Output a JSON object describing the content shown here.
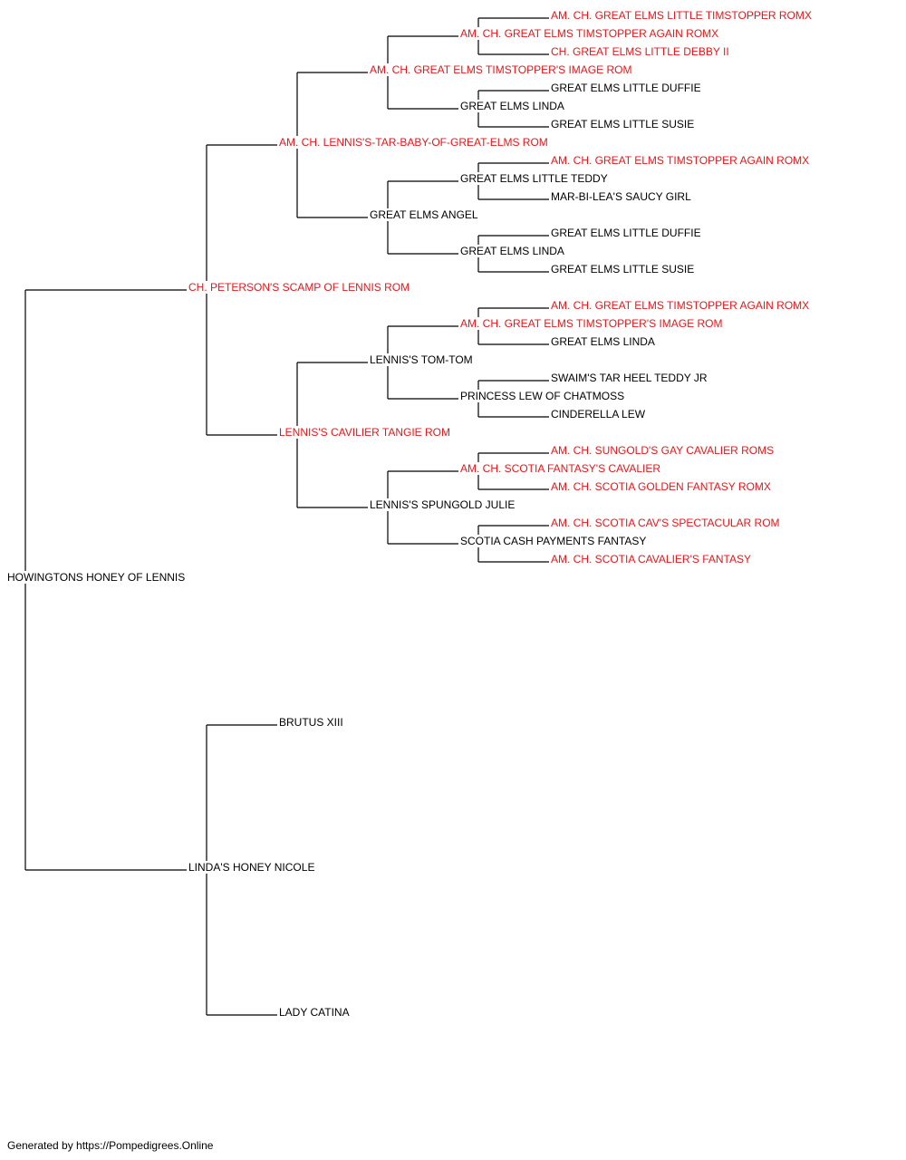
{
  "colors": {
    "titled": "#e8161b",
    "plain": "#000000",
    "line": "#000000"
  },
  "pedigree": {
    "name": "HOWINGTONS HONEY OF LENNIS",
    "titled": false,
    "sire": {
      "name": "CH. PETERSON'S SCAMP OF LENNIS ROM",
      "titled": true,
      "sire": {
        "name": "AM. CH. LENNIS'S-TAR-BABY-OF-GREAT-ELMS ROM",
        "titled": true,
        "sire": {
          "name": "AM. CH. GREAT ELMS TIMSTOPPER'S IMAGE ROM",
          "titled": true,
          "sire": {
            "name": "AM. CH. GREAT ELMS TIMSTOPPER AGAIN ROMX",
            "titled": true,
            "sire": {
              "name": "AM. CH. GREAT ELMS LITTLE TIMSTOPPER ROMX",
              "titled": true
            },
            "dam": {
              "name": "CH. GREAT ELMS LITTLE DEBBY II",
              "titled": true
            }
          },
          "dam": {
            "name": "GREAT ELMS LINDA",
            "titled": false,
            "sire": {
              "name": "GREAT ELMS LITTLE DUFFIE",
              "titled": false
            },
            "dam": {
              "name": "GREAT ELMS LITTLE SUSIE",
              "titled": false
            }
          }
        },
        "dam": {
          "name": "GREAT ELMS ANGEL",
          "titled": false,
          "sire": {
            "name": "GREAT ELMS LITTLE TEDDY",
            "titled": false,
            "sire": {
              "name": "AM. CH. GREAT ELMS TIMSTOPPER AGAIN ROMX",
              "titled": true
            },
            "dam": {
              "name": "MAR-BI-LEA'S SAUCY GIRL",
              "titled": false
            }
          },
          "dam": {
            "name": "GREAT ELMS LINDA",
            "titled": false,
            "sire": {
              "name": "GREAT ELMS LITTLE DUFFIE",
              "titled": false
            },
            "dam": {
              "name": "GREAT ELMS LITTLE SUSIE",
              "titled": false
            }
          }
        }
      },
      "dam": {
        "name": "LENNIS'S CAVILIER TANGIE ROM",
        "titled": true,
        "sire": {
          "name": "LENNIS'S TOM-TOM",
          "titled": false,
          "sire": {
            "name": "AM. CH. GREAT ELMS TIMSTOPPER'S IMAGE ROM",
            "titled": true,
            "sire": {
              "name": "AM. CH. GREAT ELMS TIMSTOPPER AGAIN ROMX",
              "titled": true
            },
            "dam": {
              "name": "GREAT ELMS LINDA",
              "titled": false
            }
          },
          "dam": {
            "name": "PRINCESS LEW OF CHATMOSS",
            "titled": false,
            "sire": {
              "name": "SWAIM'S TAR HEEL TEDDY JR",
              "titled": false
            },
            "dam": {
              "name": "CINDERELLA LEW",
              "titled": false
            }
          }
        },
        "dam": {
          "name": "LENNIS'S SPUNGOLD JULIE",
          "titled": false,
          "sire": {
            "name": "AM. CH. SCOTIA FANTASY'S CAVALIER",
            "titled": true,
            "sire": {
              "name": "AM. CH. SUNGOLD'S GAY CAVALIER ROMS",
              "titled": true
            },
            "dam": {
              "name": "AM. CH. SCOTIA GOLDEN FANTASY ROMX",
              "titled": true
            }
          },
          "dam": {
            "name": "SCOTIA CASH PAYMENTS FANTASY",
            "titled": false,
            "sire": {
              "name": "AM. CH. SCOTIA CAV'S SPECTACULAR ROM",
              "titled": true
            },
            "dam": {
              "name": "AM. CH. SCOTIA CAVALIER'S FANTASY",
              "titled": true
            }
          }
        }
      }
    },
    "dam": {
      "name": "LINDA'S HONEY NICOLE",
      "titled": false,
      "sire": {
        "name": "BRUTUS XIII",
        "titled": false
      },
      "dam": {
        "name": "LADY CATINA",
        "titled": false
      }
    }
  },
  "footer": "Generated by https://Pompedigrees.Online"
}
